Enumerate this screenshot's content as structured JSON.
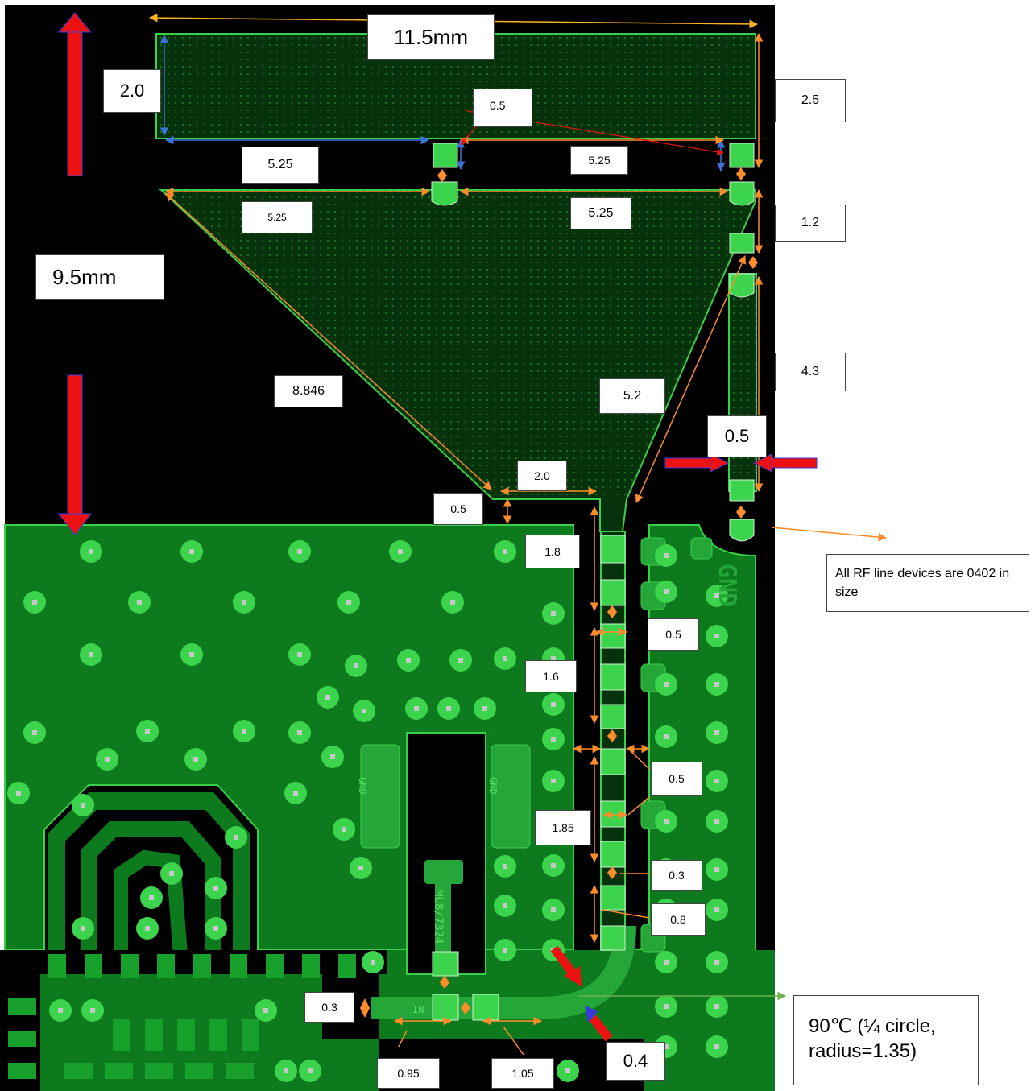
{
  "labels": {
    "width_total": "11.5mm",
    "height_total": "9.5mm",
    "top_height": "2.0",
    "right_top": "2.5",
    "gap_small": "0.5",
    "top_seg_left": "5.25",
    "top_seg_right": "5.25",
    "mid_seg_left": "5.25",
    "mid_seg_right": "5.25",
    "right_1_2": "1.2",
    "right_4_3": "4.3",
    "diag_left": "8.846",
    "diag_right": "5.2",
    "right_gap": "0.5",
    "neck_width": "2.0",
    "neck_gap": "0.5",
    "feed_1_8": "1.8",
    "feed_0_5a": "0.5",
    "feed_1_6": "1.6",
    "feed_0_5b": "0.5",
    "feed_1_85": "1.85",
    "feed_0_3": "0.3",
    "feed_0_8": "0.8",
    "bot_0_3": "0.3",
    "bot_0_95": "0.95",
    "bot_1_05": "1.05",
    "bend_0_4": "0.4"
  },
  "notes": {
    "rf_devices": "All RF line devices are 0402 in size",
    "bend_line1": "90℃ (¼ circle,",
    "bend_line2": "radius=1.35)"
  },
  "silkscreen": {
    "gnd": "GND",
    "in": "IN",
    "part": "ML8/7324"
  },
  "colors": {
    "background": "#000000",
    "copper": "#0e7a1e",
    "copper_bright": "#24a638",
    "outline": "#38d048",
    "via_pad": "#3bd44c",
    "dim_orange": "#ff8c2a",
    "dim_blue": "#3a72d8",
    "dim_yellow": "#ffb020",
    "arrow_red": "#ee1111",
    "note_arrow_green": "#6ab04c"
  }
}
